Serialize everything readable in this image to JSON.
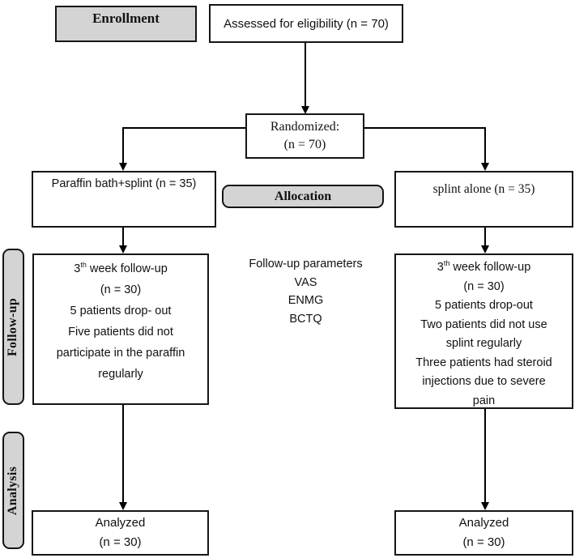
{
  "stage_labels": {
    "enrollment": "Enrollment",
    "allocation": "Allocation",
    "followup": "Follow-up",
    "analysis": "Analysis"
  },
  "assessed": {
    "text": "Assessed for eligibility (n = 70)"
  },
  "randomized": {
    "line1": "Randomized:",
    "line2": "(n = 70)"
  },
  "parameters": {
    "title": "Follow-up parameters",
    "items": [
      "VAS",
      "ENMG",
      "BCTQ"
    ]
  },
  "arms": {
    "left": {
      "allocation": "Paraffin bath+splint (n = 35)",
      "followup": {
        "week_base": "3",
        "week_sup": "th",
        "week_rest": " week follow-up",
        "n_line": "(n = 30)",
        "detail_lines": [
          "5 patients drop- out",
          "Five patients did not",
          "participate in the paraffin",
          "regularly"
        ]
      },
      "analyzed": {
        "line1": "Analyzed",
        "line2": "(n = 30)"
      }
    },
    "right": {
      "allocation": "splint alone (n = 35)",
      "followup": {
        "week_base": "3",
        "week_sup": "th",
        "week_rest": " week follow-up",
        "n_line": "(n = 30)",
        "detail_lines": [
          "5 patients drop-out",
          "Two patients did not use",
          "splint regularly",
          "Three patients had steroid",
          "injections due to severe",
          "pain"
        ]
      },
      "analyzed": {
        "line1": "Analyzed",
        "line2": "(n = 30)"
      }
    }
  },
  "colors": {
    "label_fill": "#d4d4d4",
    "line": "#000000",
    "border": "#151515"
  }
}
